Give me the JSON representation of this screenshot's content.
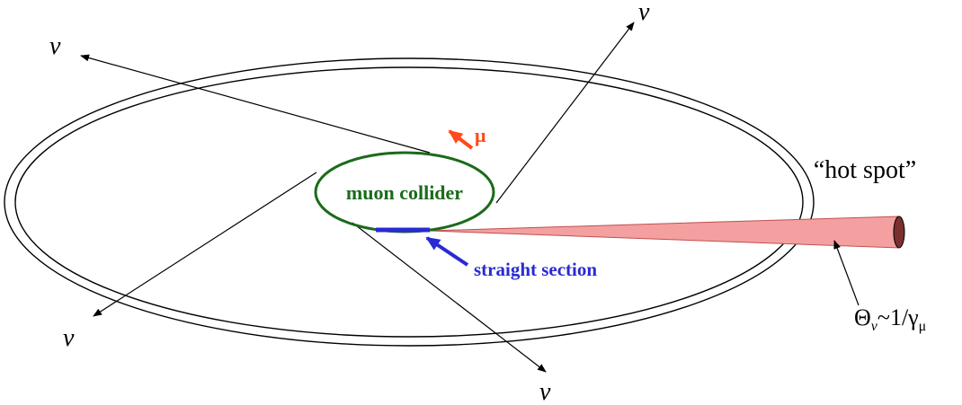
{
  "labels": {
    "muon_collider": "muon collider",
    "straight_section": "straight section",
    "hot_spot": "“hot spot”",
    "neutrino": "ν",
    "muon": "μ",
    "theta_main": "Θ",
    "theta_sub": "ν",
    "theta_mid": "~1/γ",
    "theta_sub2": "μ"
  },
  "colors": {
    "collider_ring": "#1a6b1a",
    "collider_text": "#1a6b1a",
    "straight_section": "#2a2ad4",
    "muon_arrow": "#ff4a1a",
    "beam_cone": "#f4a0a0",
    "outer_ring": "#000000"
  },
  "icons": {
    "muon_direction": "arrow-icon",
    "straight_section_pointer": "arrow-icon",
    "angle_pointer": "arrow-icon"
  }
}
